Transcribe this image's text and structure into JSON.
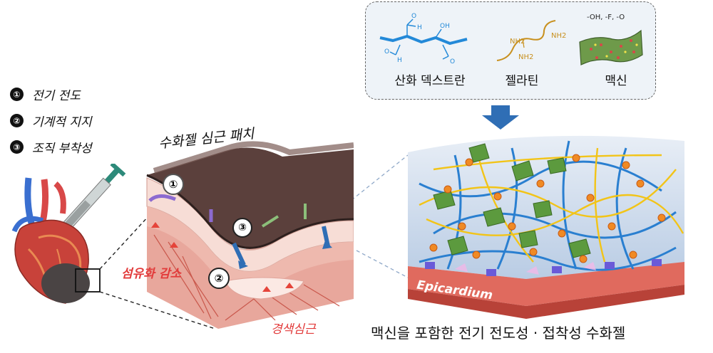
{
  "legend": [
    {
      "number": "①",
      "label": "전기 전도"
    },
    {
      "number": "②",
      "label": "기계적 지지"
    },
    {
      "number": "③",
      "label": "조직 부착성"
    }
  ],
  "patch_title": "수화젤 심근 패치",
  "labels": {
    "fibrosis": "섬유화 감소",
    "infarct": "경색심근",
    "epicardium": "Epicardium",
    "num1": "①",
    "num2": "②",
    "num3": "③"
  },
  "materials": {
    "dextran": {
      "label": "산화 덱스트란",
      "oh": "OH",
      "h1": "H",
      "h2": "H",
      "o1": "O",
      "o2": "O",
      "o3": "O"
    },
    "gelatin": {
      "label": "젤라틴",
      "nh2_1": "NH2",
      "nh2_2": "NH2",
      "nh2_3": "NH2"
    },
    "mxene": {
      "label": "맥신",
      "groups": "-OH, -F, -O"
    }
  },
  "caption": "맥신을 포함한 전기 전도성 · 접착성 수화젤",
  "colors": {
    "arrow_blue": "#2f6eb5",
    "dextran_blue": "#2389d8",
    "gelatin_gold": "#c8901e",
    "mxene_green": "#5c8a3c",
    "epicardium_red": "#e06a5e",
    "patch_brown": "#4a3431",
    "tissue_pink": "#f1c8c0"
  }
}
